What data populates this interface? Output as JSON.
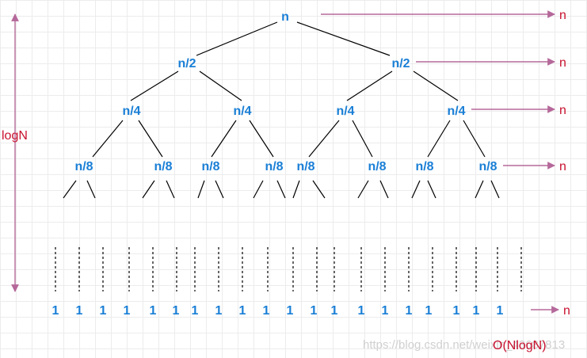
{
  "colors": {
    "node": "#1a7fd6",
    "annotation": "#c8102e",
    "arrow": "#b5689a"
  },
  "levels": [
    {
      "label": "n",
      "level_cost": "n",
      "nodes": [
        "n"
      ]
    },
    {
      "label": "n/2",
      "level_cost": "n",
      "nodes": [
        "n/2",
        "n/2"
      ]
    },
    {
      "label": "n/4",
      "level_cost": "n",
      "nodes": [
        "n/4",
        "n/4",
        "n/4",
        "n/4"
      ]
    },
    {
      "label": "n/8",
      "level_cost": "n",
      "nodes": [
        "n/8",
        "n/8",
        "n/8",
        "n/8",
        "n/8",
        "n/8",
        "n/8",
        "n/8"
      ]
    }
  ],
  "leaves": {
    "label": "1",
    "count": 20,
    "level_cost": "n"
  },
  "height_label": "logN",
  "total_label": "O(NlogN)",
  "watermark": "https://blog.csdn.net/weixin_43687813"
}
